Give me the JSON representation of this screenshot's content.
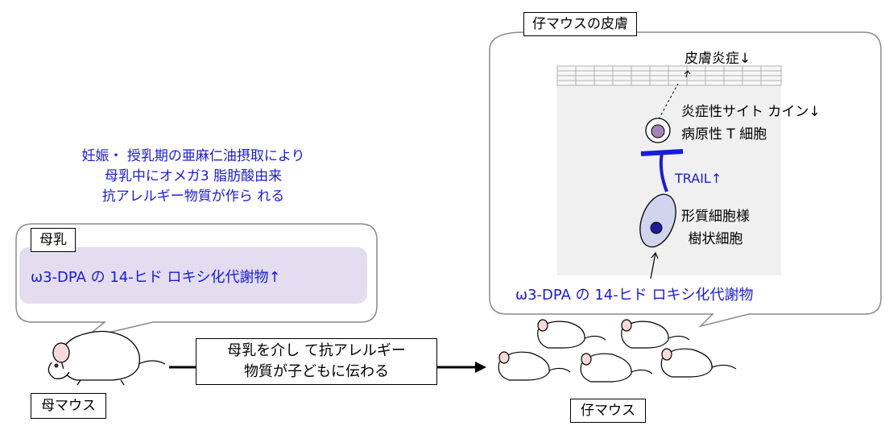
{
  "top_text": {
    "line1": "妊娠・ 授乳期の亜麻仁油摂取により",
    "line2": "母乳中にオメガ3 脂肪酸由来",
    "line3": "抗アレルギー物質が作ら れる"
  },
  "milk_bubble": {
    "label": "母乳",
    "metabolite": "ω3-DPA の 14-ヒド ロキシ化代謝物↑"
  },
  "mother_label": "母マウス",
  "transfer_box": {
    "line1": "母乳を介し て抗アレルギー",
    "line2": "物質が子どもに伝わる"
  },
  "pups_label": "仔マウス",
  "skin_bubble": {
    "label": "仔マウスの皮膚",
    "dermatitis": "皮膚炎症↓",
    "cytokine": "炎症性サイト カイン↓",
    "pathogenic_t": "病原性 T 細胞",
    "trail": "TRAIL↑",
    "pdc_line1": "形質細胞様",
    "pdc_line2": "樹状細胞",
    "metabolite": "ω3-DPA の 14-ヒド ロキシ化代謝物"
  },
  "colors": {
    "accent_blue": "#1a1adc",
    "milk_fill": "#e3ddef",
    "skin_panel": "#f0f0f0",
    "t_cell": "#a383b8",
    "pdc_nucleus": "#1c1c9a",
    "pdc_body": "#d0d4ec"
  }
}
